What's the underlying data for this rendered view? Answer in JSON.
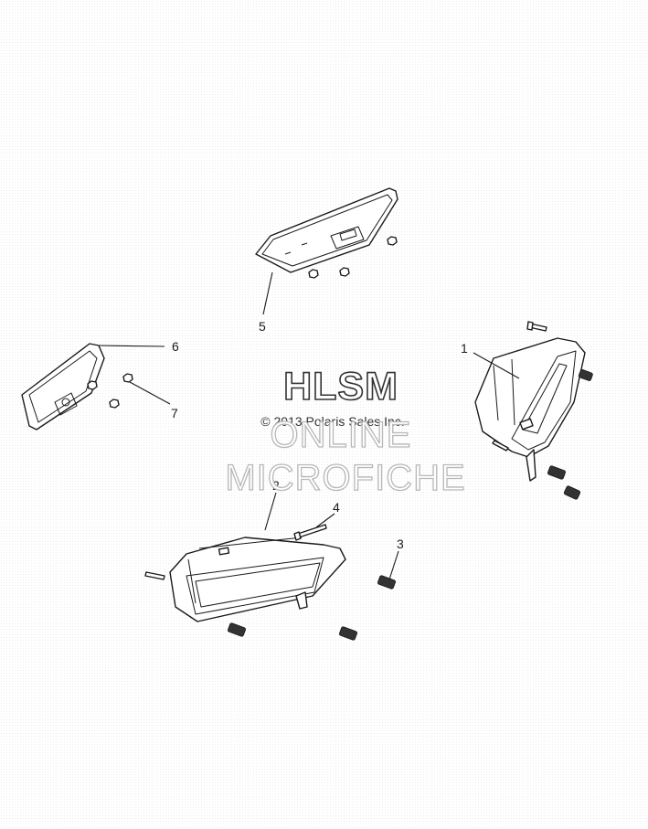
{
  "diagram": {
    "callouts": [
      "1",
      "2",
      "3",
      "4",
      "5",
      "6",
      "7"
    ]
  },
  "watermark": {
    "title": "HLSM",
    "copyright": "© 2013 Polaris Sales Inc.",
    "line1": "ONLINE",
    "line2": "MICROFICHE"
  }
}
